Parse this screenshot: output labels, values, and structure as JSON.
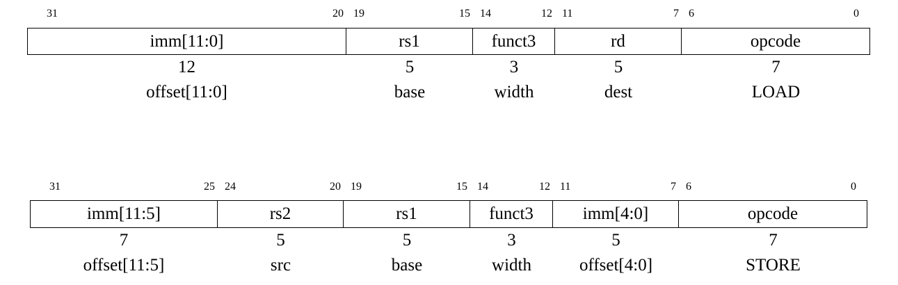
{
  "formats": [
    {
      "name": "load",
      "fields": [
        {
          "name": "imm[11:0]",
          "hi": "31",
          "lo": "20",
          "width": "12",
          "desc": "offset[11:0]"
        },
        {
          "name": "rs1",
          "hi": "19",
          "lo": "15",
          "width": "5",
          "desc": "base"
        },
        {
          "name": "funct3",
          "hi": "14",
          "lo": "12",
          "width": "3",
          "desc": "width"
        },
        {
          "name": "rd",
          "hi": "11",
          "lo": "7",
          "width": "5",
          "desc": "dest"
        },
        {
          "name": "opcode",
          "hi": "6",
          "lo": "0",
          "width": "7",
          "desc": "LOAD"
        }
      ]
    },
    {
      "name": "store",
      "fields": [
        {
          "name": "imm[11:5]",
          "hi": "31",
          "lo": "25",
          "width": "7",
          "desc": "offset[11:5]"
        },
        {
          "name": "rs2",
          "hi": "24",
          "lo": "20",
          "width": "5",
          "desc": "src"
        },
        {
          "name": "rs1",
          "hi": "19",
          "lo": "15",
          "width": "5",
          "desc": "base"
        },
        {
          "name": "funct3",
          "hi": "14",
          "lo": "12",
          "width": "3",
          "desc": "width"
        },
        {
          "name": "imm[4:0]",
          "hi": "11",
          "lo": "7",
          "width": "5",
          "desc": "offset[4:0]"
        },
        {
          "name": "opcode",
          "hi": "6",
          "lo": "0",
          "width": "7",
          "desc": "STORE"
        }
      ]
    }
  ]
}
